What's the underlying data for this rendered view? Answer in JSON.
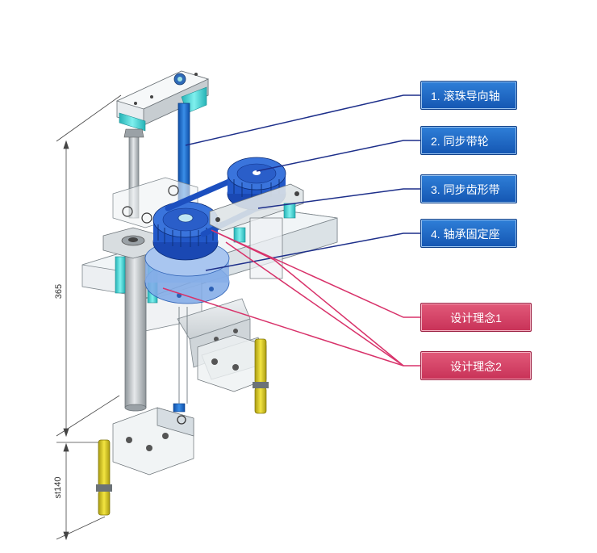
{
  "callouts": [
    {
      "num": "1.",
      "text": "滚珠导向轴"
    },
    {
      "num": "2.",
      "text": "同步带轮"
    },
    {
      "num": "3.",
      "text": "同步齿形带"
    },
    {
      "num": "4.",
      "text": "轴承固定座"
    }
  ],
  "design": [
    {
      "text": "设计理念1"
    },
    {
      "text": "设计理念2"
    }
  ],
  "dimensions": {
    "height": "365",
    "stroke": "st140"
  },
  "colors": {
    "callout_blue": "#1b62bf",
    "callout_red": "#d2416a",
    "shaft_blue": "#1e6fd0",
    "pulley_blue": "#2b5fd0",
    "accent_cyan": "#3fd4d4",
    "cylinder_yellow": "#e2d22a"
  }
}
